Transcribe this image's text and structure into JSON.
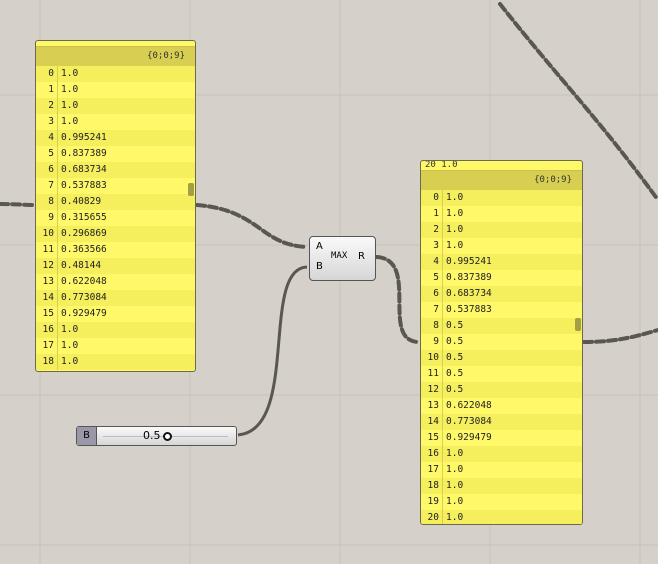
{
  "panel_left": {
    "path": "{0;0;9}",
    "rows": [
      [
        "0",
        "1.0"
      ],
      [
        "1",
        "1.0"
      ],
      [
        "2",
        "1.0"
      ],
      [
        "3",
        "1.0"
      ],
      [
        "4",
        "0.995241"
      ],
      [
        "5",
        "0.837389"
      ],
      [
        "6",
        "0.683734"
      ],
      [
        "7",
        "0.537883"
      ],
      [
        "8",
        "0.40829"
      ],
      [
        "9",
        "0.315655"
      ],
      [
        "10",
        "0.296869"
      ],
      [
        "11",
        "0.363566"
      ],
      [
        "12",
        "0.48144"
      ],
      [
        "13",
        "0.622048"
      ],
      [
        "14",
        "0.773084"
      ],
      [
        "15",
        "0.929479"
      ],
      [
        "16",
        "1.0"
      ],
      [
        "17",
        "1.0"
      ],
      [
        "18",
        "1.0"
      ]
    ]
  },
  "panel_right": {
    "path": "{0;0;9}",
    "top_partial": "20 1.0",
    "rows": [
      [
        "0",
        "1.0"
      ],
      [
        "1",
        "1.0"
      ],
      [
        "2",
        "1.0"
      ],
      [
        "3",
        "1.0"
      ],
      [
        "4",
        "0.995241"
      ],
      [
        "5",
        "0.837389"
      ],
      [
        "6",
        "0.683734"
      ],
      [
        "7",
        "0.537883"
      ],
      [
        "8",
        "0.5"
      ],
      [
        "9",
        "0.5"
      ],
      [
        "10",
        "0.5"
      ],
      [
        "11",
        "0.5"
      ],
      [
        "12",
        "0.5"
      ],
      [
        "13",
        "0.622048"
      ],
      [
        "14",
        "0.773084"
      ],
      [
        "15",
        "0.929479"
      ],
      [
        "16",
        "1.0"
      ],
      [
        "17",
        "1.0"
      ],
      [
        "18",
        "1.0"
      ],
      [
        "19",
        "1.0"
      ],
      [
        "20",
        "1.0"
      ]
    ]
  },
  "max_component": {
    "name": "MAX",
    "input_a": "A",
    "input_b": "B",
    "output": "R"
  },
  "slider": {
    "label": "B",
    "value": "0.5",
    "value_fraction": 0.5
  },
  "colors": {
    "canvas": "#d5d1ca",
    "panel": "#fff96a",
    "wire": "#5a5650"
  }
}
